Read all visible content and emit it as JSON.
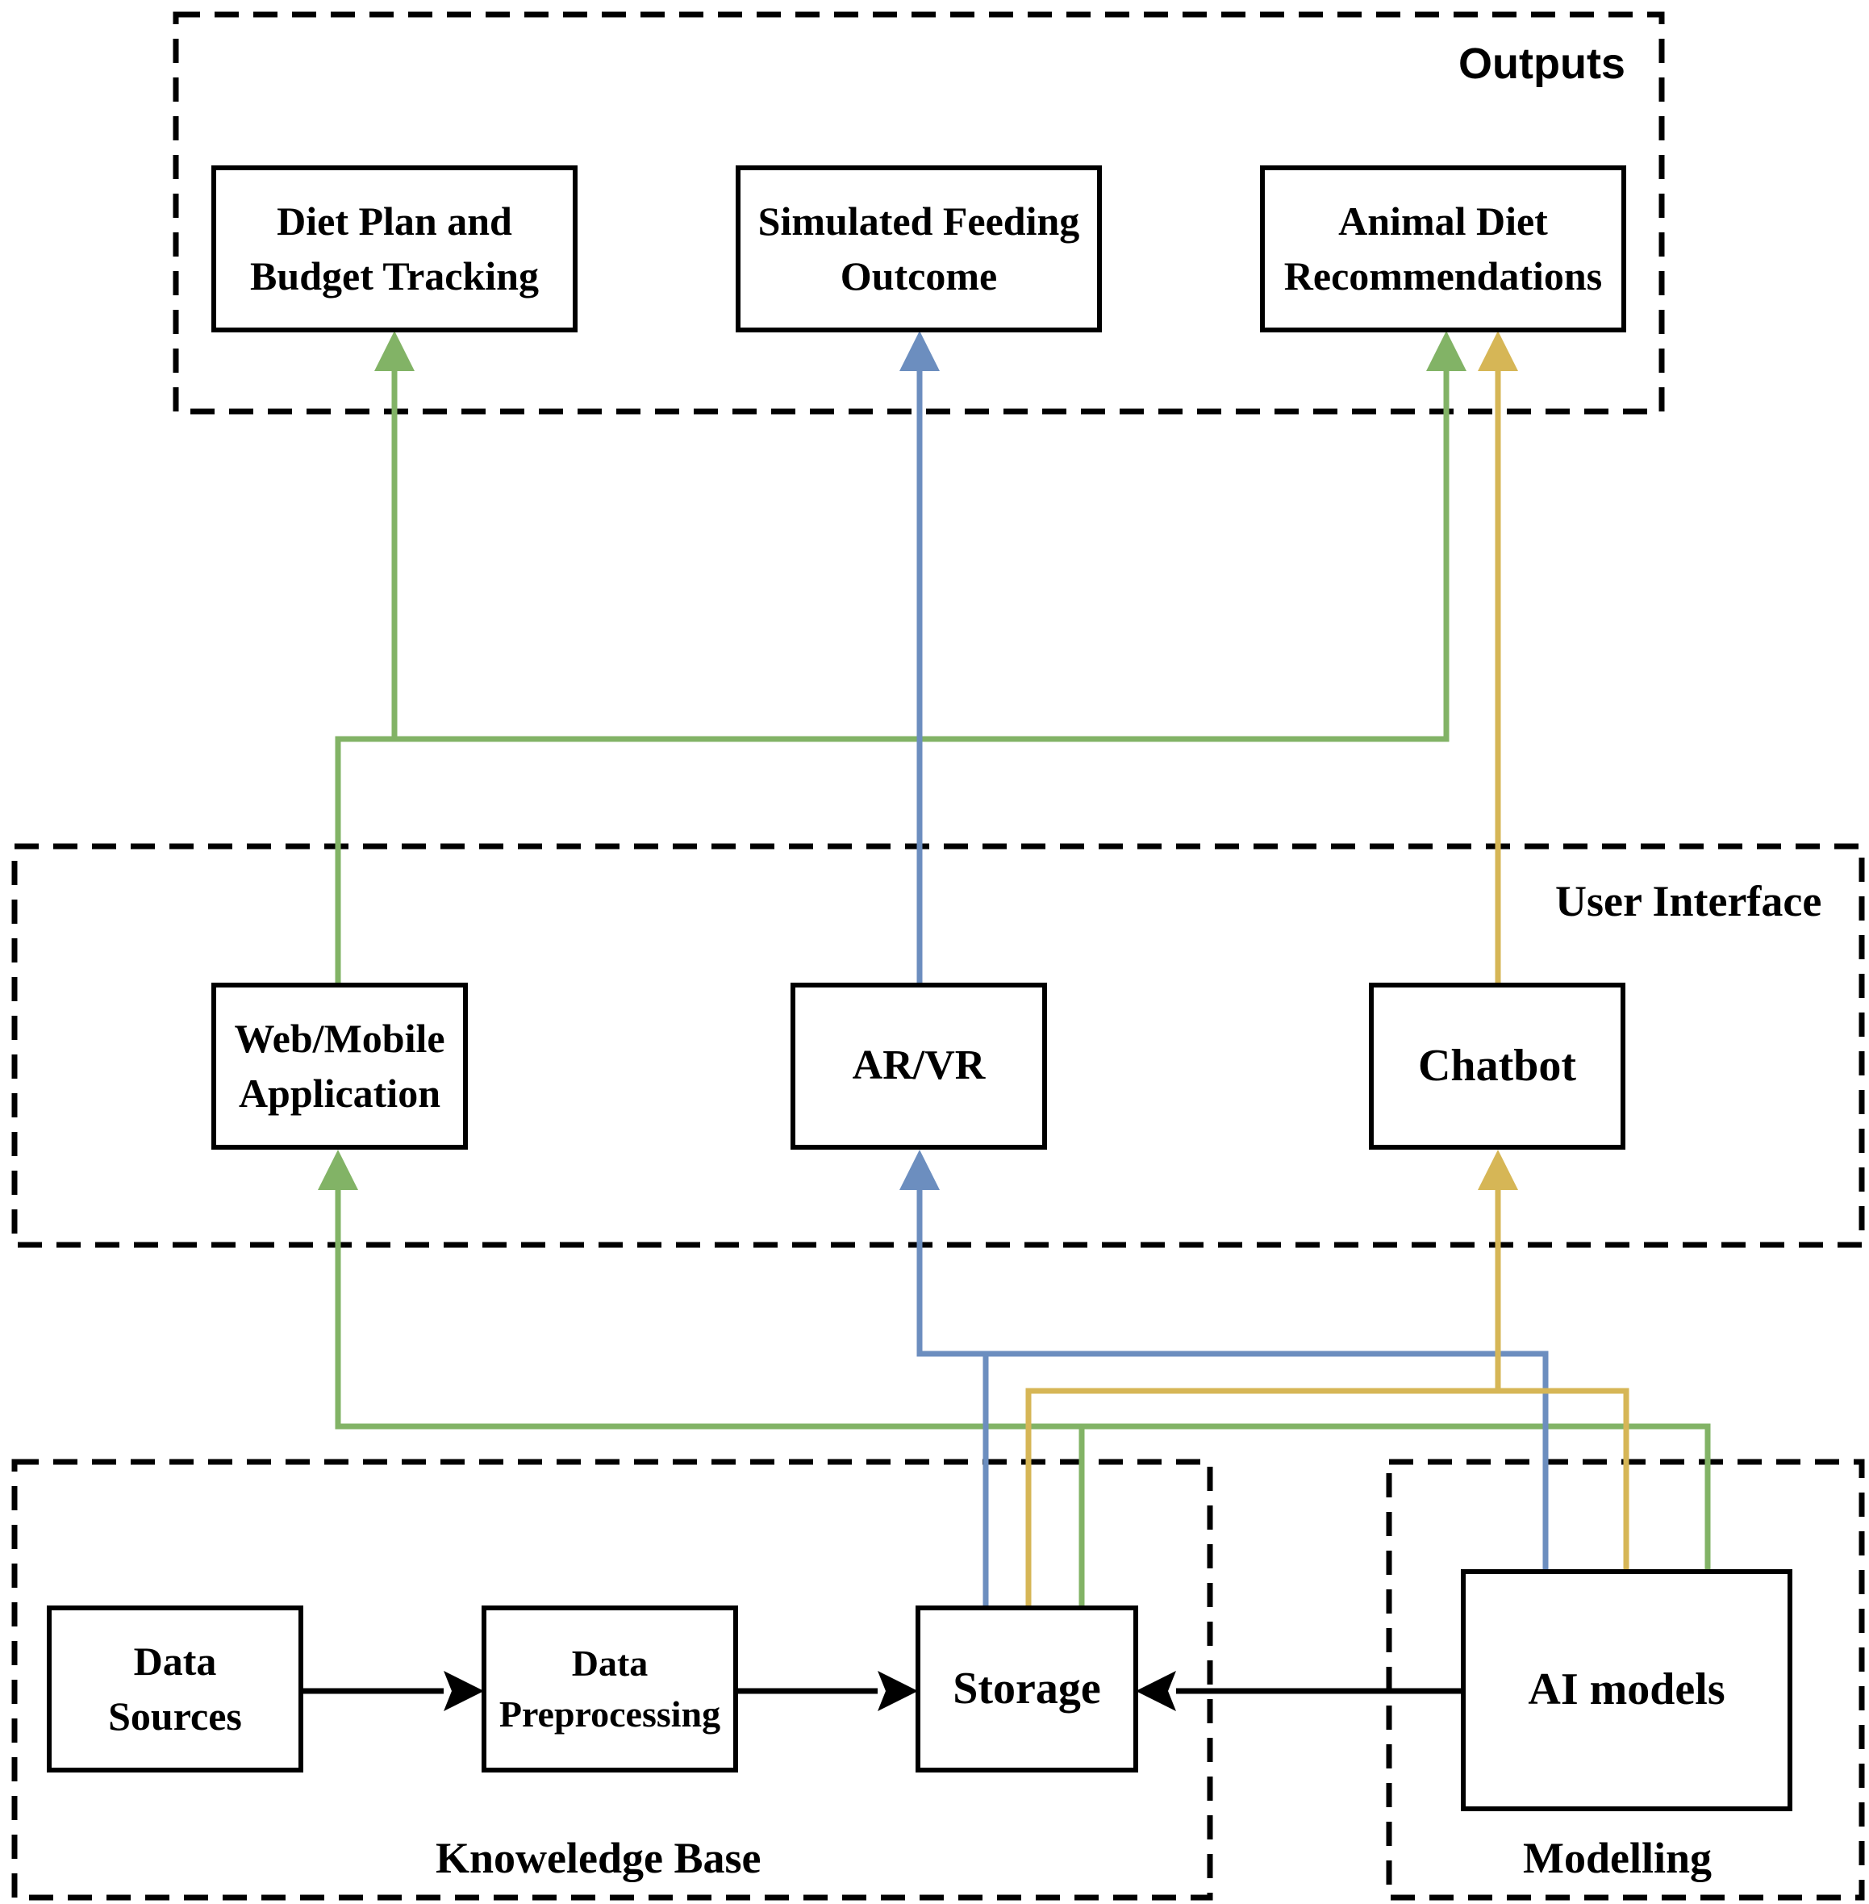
{
  "groups": {
    "outputs": "Outputs",
    "user_interface": "User Interface",
    "knowledge_base": "Knoweledge Base",
    "modelling": "Modelling"
  },
  "nodes": {
    "diet_plan": "Diet Plan and\nBudget Tracking",
    "simulated_feeding": "Simulated Feeding\nOutcome",
    "diet_recommendations": "Animal Diet\nRecommendations",
    "web_mobile": "Web/Mobile\nApplication",
    "ar_vr": "AR/VR",
    "chatbot": "Chatbot",
    "data_sources": "Data\nSources",
    "data_preprocessing": "Data\nPreprocessing",
    "storage": "Storage",
    "ai_models": "AI models"
  },
  "colors": {
    "web_path": "#82b366",
    "arvr_path": "#6c8ebf",
    "chatbot_path": "#d6b656",
    "pipeline": "#000000"
  }
}
